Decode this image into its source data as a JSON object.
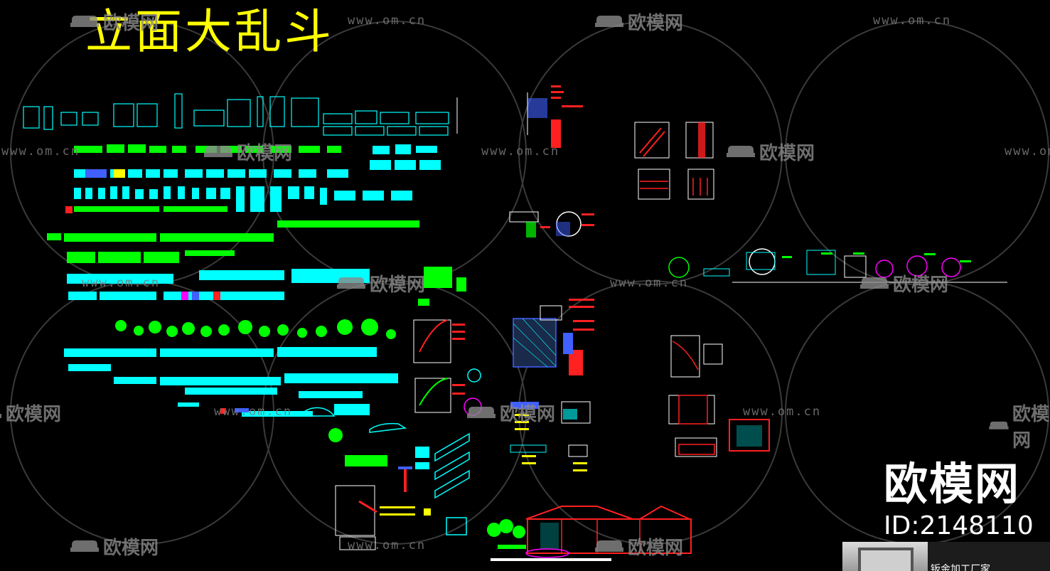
{
  "drawing_title": "立面大乱斗",
  "watermark": {
    "url_text": "www.om.cn",
    "logo_text": "欧模网"
  },
  "brand": {
    "name": "欧模网",
    "id_label": "ID:2148110"
  },
  "ad": {
    "label": "钣金加工厂家"
  },
  "colors": {
    "background": "#000000",
    "title": "#ffff00",
    "cyan": "#00ffff",
    "green": "#00ff00",
    "red": "#ff2020",
    "yellow": "#ffff00",
    "white": "#ffffff",
    "magenta": "#ff00ff",
    "blue": "#4060ff"
  }
}
